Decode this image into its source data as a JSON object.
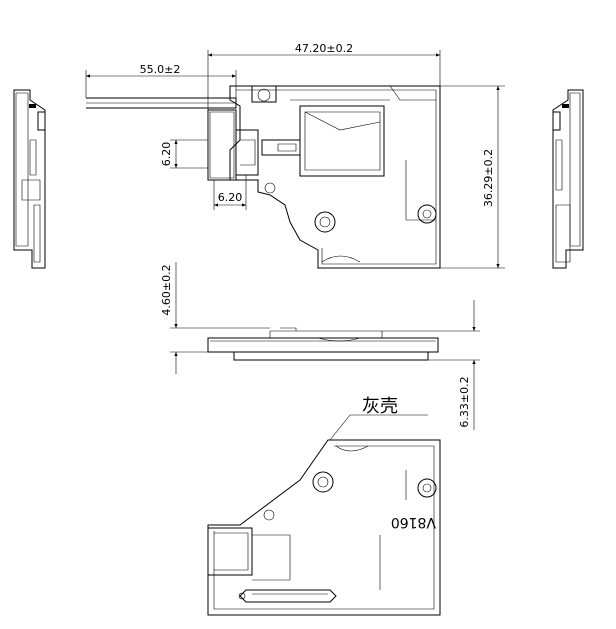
{
  "dimensions": {
    "width_overall": "47.20±0.2",
    "lead_length": "55.0±2",
    "connector_height": "6.20",
    "connector_width": "6.20",
    "height_overall": "36.29±0.2",
    "thickness_body": "4.60±0.2",
    "thickness_total": "6.33±0.2"
  },
  "labels": {
    "shell_note": "灰壳",
    "engraving": "V8160"
  }
}
